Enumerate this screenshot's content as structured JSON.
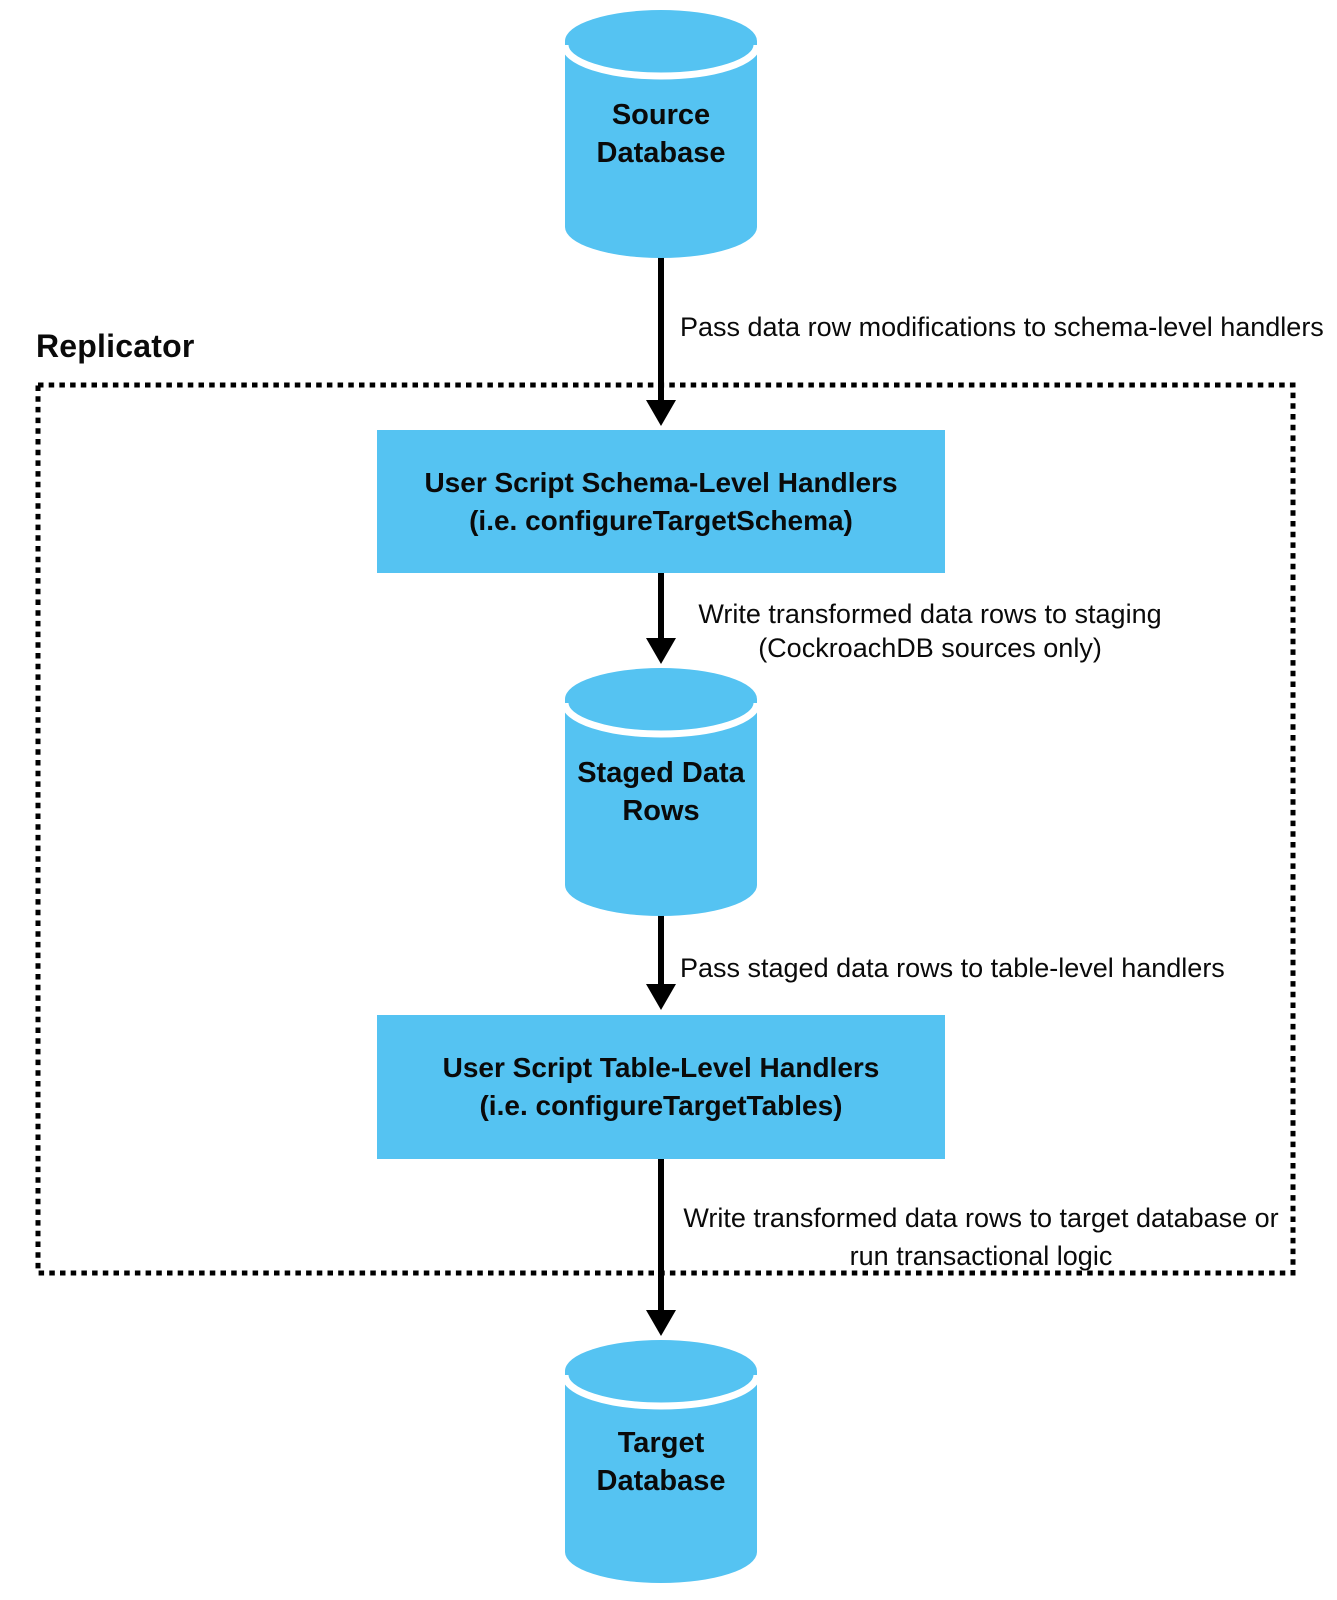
{
  "colors": {
    "node_fill": "#55C3F2",
    "text": "#0a0a0a",
    "arrow": "#000000",
    "boundary": "#000000",
    "background": "#ffffff",
    "cylinder_highlight": "#ffffff"
  },
  "replicator": {
    "label": "Replicator"
  },
  "nodes": {
    "source_db": {
      "line1": "Source",
      "line2": "Database"
    },
    "schema_handlers": {
      "line1": "User Script Schema-Level Handlers",
      "line2": "(i.e. configureTargetSchema)"
    },
    "staged_rows": {
      "line1": "Staged Data",
      "line2": "Rows"
    },
    "table_handlers": {
      "line1": "User Script Table-Level Handlers",
      "line2": "(i.e. configureTargetTables)"
    },
    "target_db": {
      "line1": "Target",
      "line2": "Database"
    }
  },
  "edges": {
    "source_to_schema": {
      "label": "Pass data row modifications to schema-level handlers"
    },
    "schema_to_staged": {
      "line1": "Write transformed data rows to staging",
      "line2": "(CockroachDB sources only)"
    },
    "staged_to_table": {
      "label": "Pass staged data rows to table-level handlers"
    },
    "table_to_target": {
      "line1": "Write transformed data rows to target database or",
      "line2": "run transactional logic"
    }
  }
}
